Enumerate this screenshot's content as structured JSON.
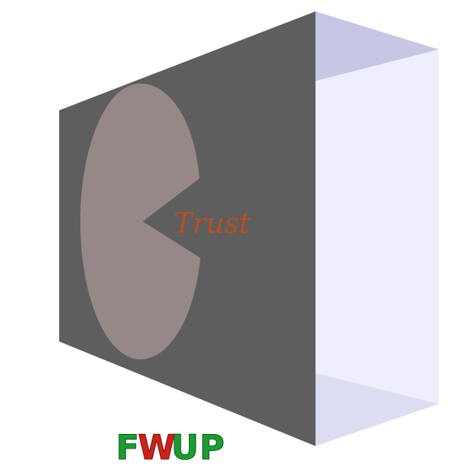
{
  "scene": {
    "label": "Trust",
    "logo": [
      "F",
      "W",
      "U",
      "P"
    ]
  },
  "colors": {
    "background": "#ffffff",
    "front_face": "#5e5e5e",
    "right_face": "#eeeefe",
    "top_face": "#c7c7e5",
    "bottom_face": "#dcdcf2",
    "pie_shape": "#968788",
    "label": "#b8501f",
    "logo_red": "#d0201a",
    "logo_green": "#1d9b33"
  },
  "icons": {
    "pie_shape": "pacman-pie-shape",
    "logo": "fwup-logo"
  }
}
